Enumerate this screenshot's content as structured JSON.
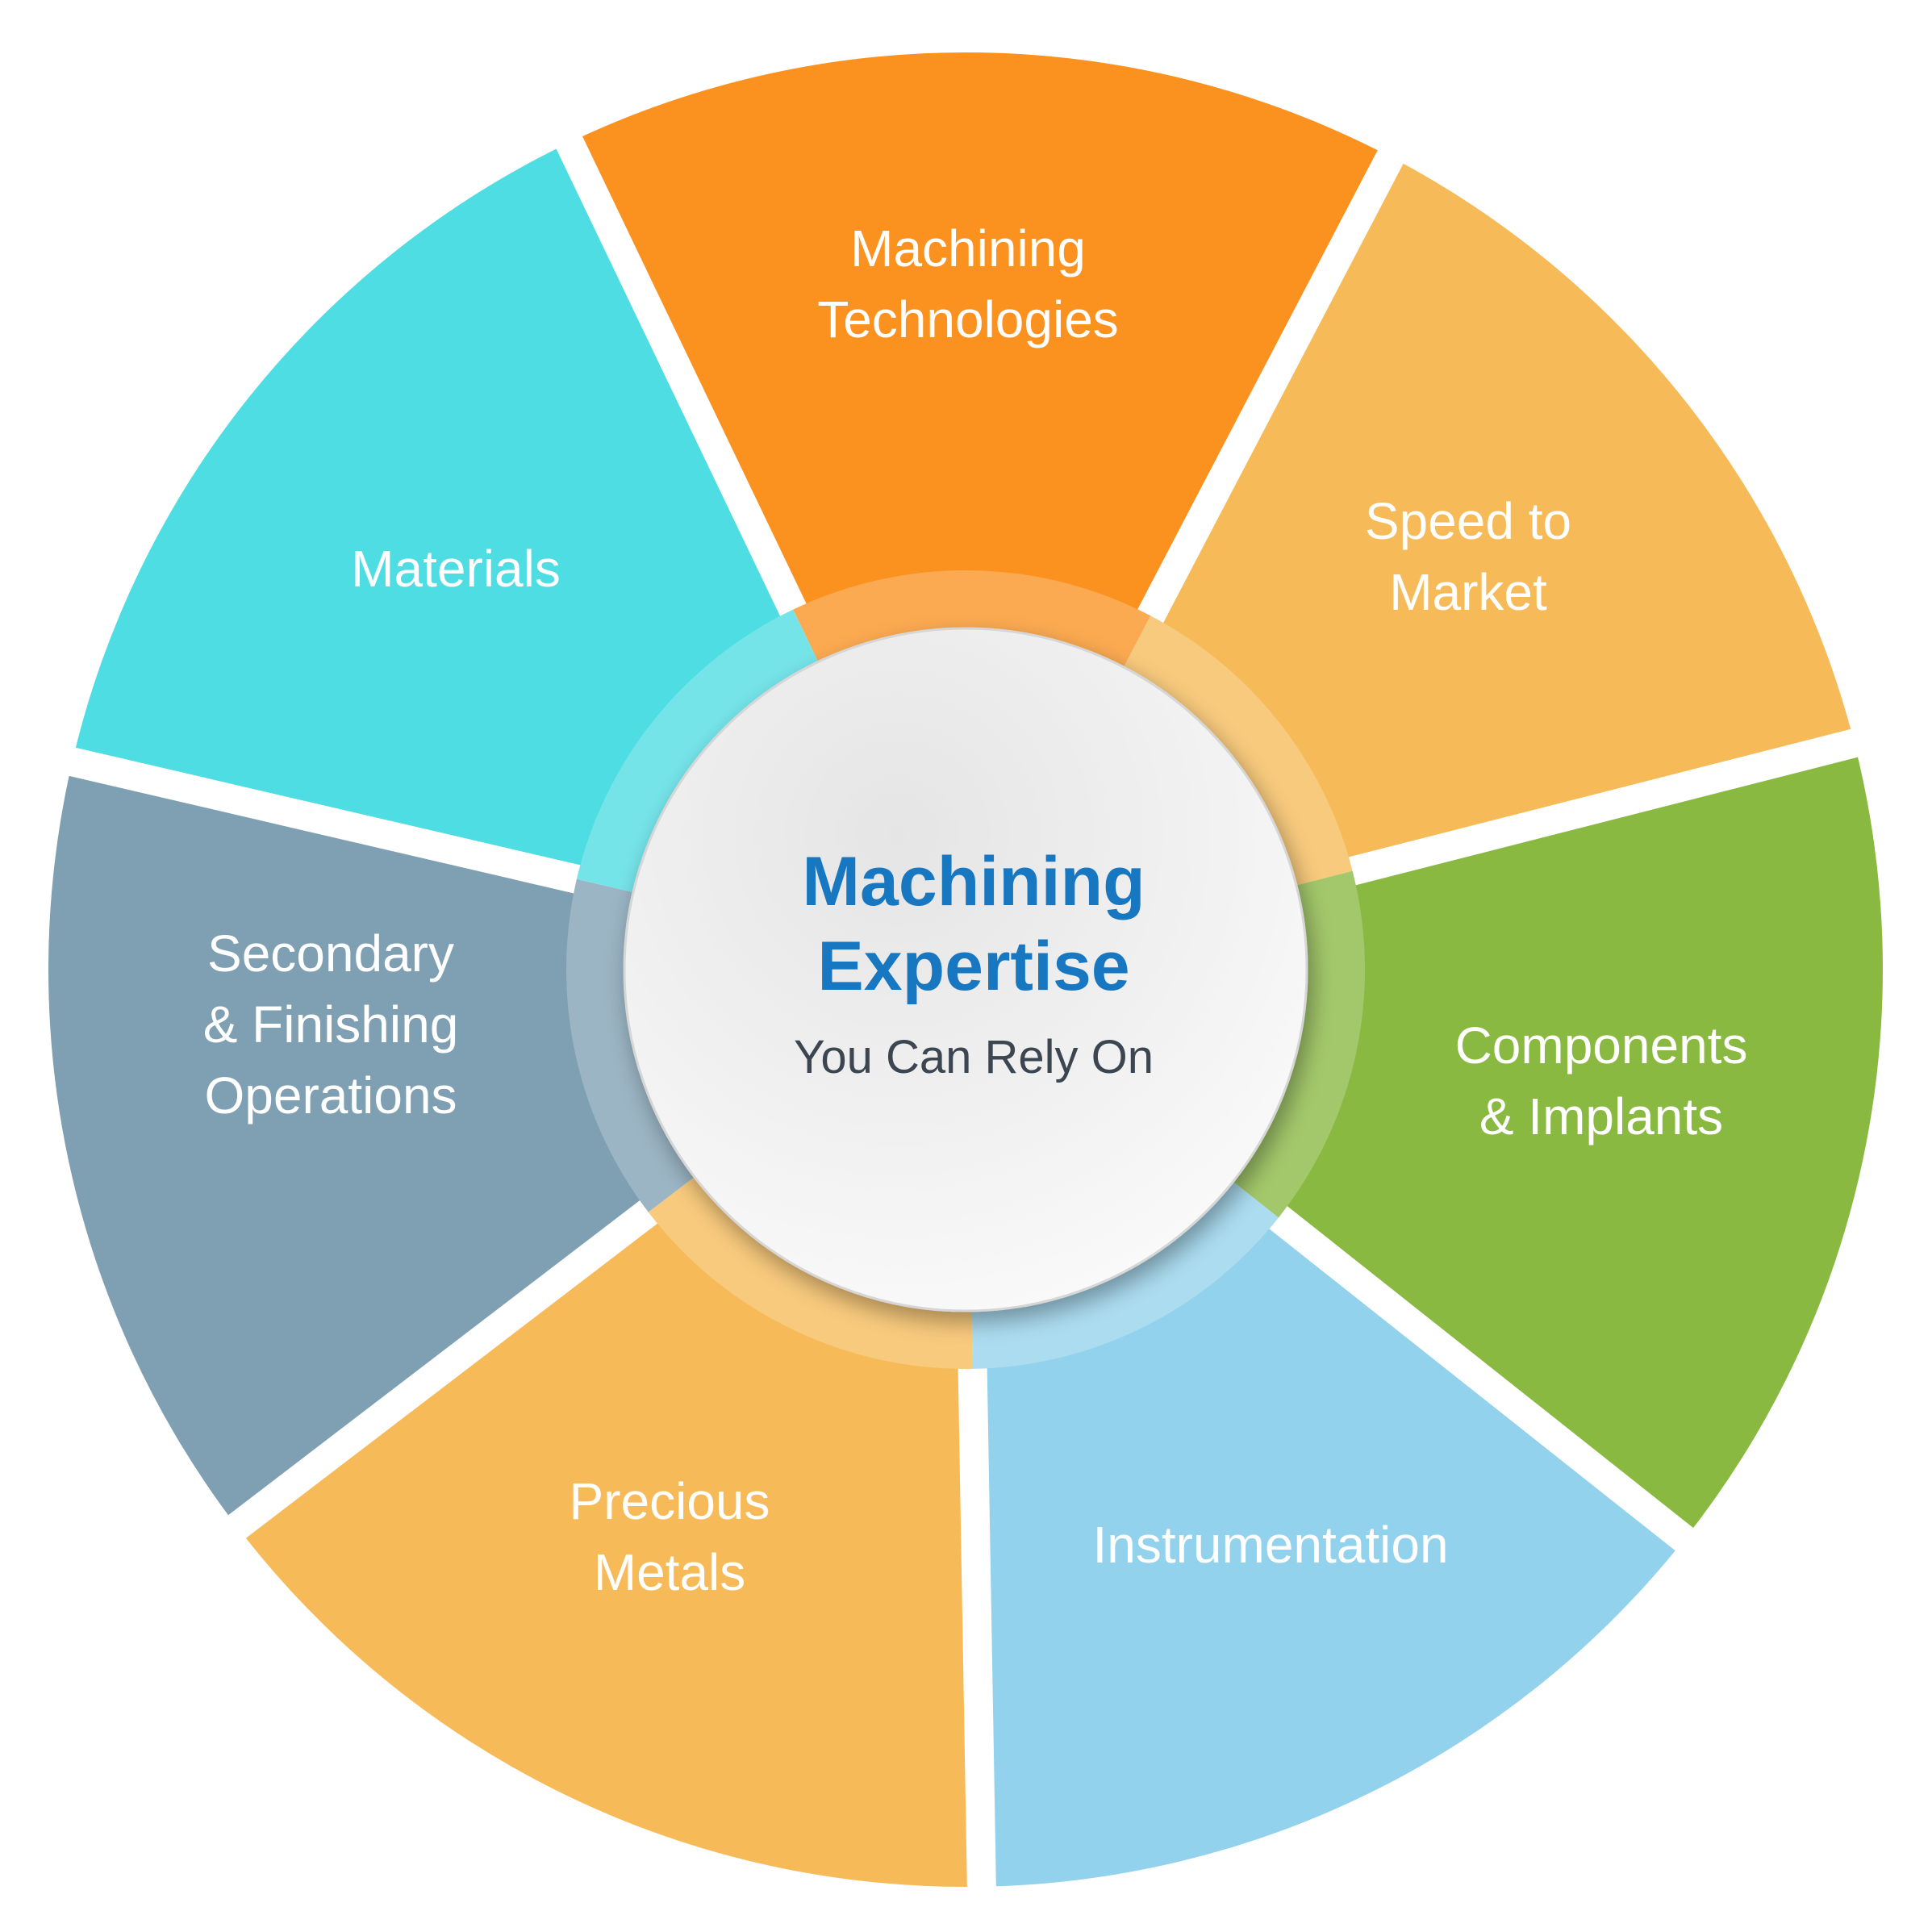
{
  "segments": [
    {
      "id": "machining-technologies",
      "lines": [
        "Machining",
        "Technologies"
      ],
      "color": "#fb9220"
    },
    {
      "id": "speed-to-market",
      "lines": [
        "Speed to",
        "Market"
      ],
      "color": "#f6bb58"
    },
    {
      "id": "components-implants",
      "lines": [
        "Components",
        "& Implants"
      ],
      "color": "#89b941"
    },
    {
      "id": "instrumentation",
      "lines": [
        "Instrumentation"
      ],
      "color": "#93d2ec"
    },
    {
      "id": "precious-metals",
      "lines": [
        "Precious",
        "Metals"
      ],
      "color": "#f6bb58"
    },
    {
      "id": "secondary-finishing-operations",
      "lines": [
        "Secondary",
        "& Finishing",
        "Operations"
      ],
      "color": "#7fa0b3"
    },
    {
      "id": "materials",
      "lines": [
        "Materials"
      ],
      "color": "#4edde3"
    }
  ],
  "center": {
    "title_line1": "Machining",
    "title_line2": "Expertise",
    "subtitle": "You Can Rely On",
    "title_color": "#1877c1"
  }
}
